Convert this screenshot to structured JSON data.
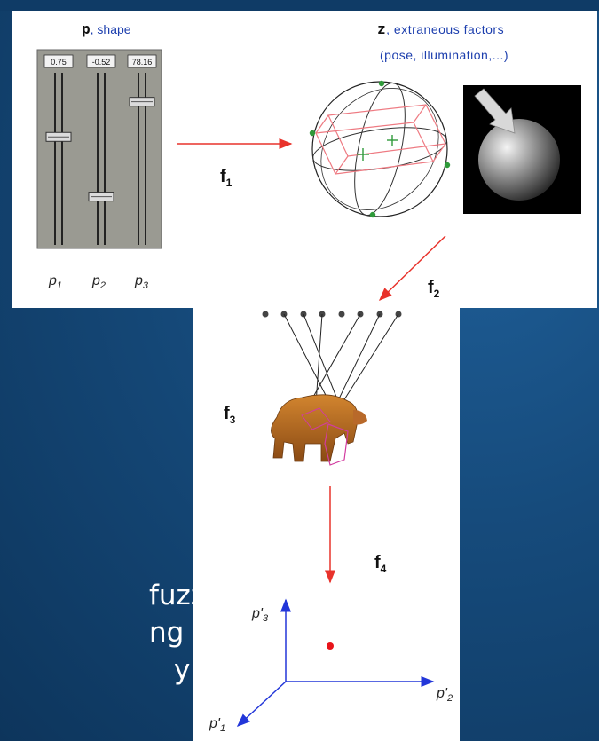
{
  "slide_text": [
    "fuzzy",
    "ng the",
    "y of"
  ],
  "labels": {
    "p_bold": "p",
    "p_shape": ", shape",
    "z_bold": "z",
    "z_extraneous": ", extraneous factors",
    "z_paren": "(pose, illumination,...)",
    "slider_values": [
      "0.75",
      "-0.52",
      "78.16"
    ],
    "slider_levels": [
      0.36,
      0.7,
      0.16
    ],
    "p_subscripts": [
      "p",
      "p",
      "p"
    ],
    "p_sub_nums": [
      "1",
      "2",
      "3"
    ],
    "f1": "f",
    "f1_sub": "1",
    "f2": "f",
    "f2_sub": "2",
    "f3": "f",
    "f3_sub": "3",
    "f4": "f",
    "f4_sub": "4",
    "axis_p3": "p'",
    "axis_p3_sub": "3",
    "axis_p2": "p'",
    "axis_p2_sub": "2",
    "axis_p1": "p'",
    "axis_p1_sub": "1"
  },
  "colors": {
    "arrow": "#e8322b",
    "axis": "#2236d9",
    "slider_bg": "#9a9a92",
    "point": "#e8141a"
  }
}
